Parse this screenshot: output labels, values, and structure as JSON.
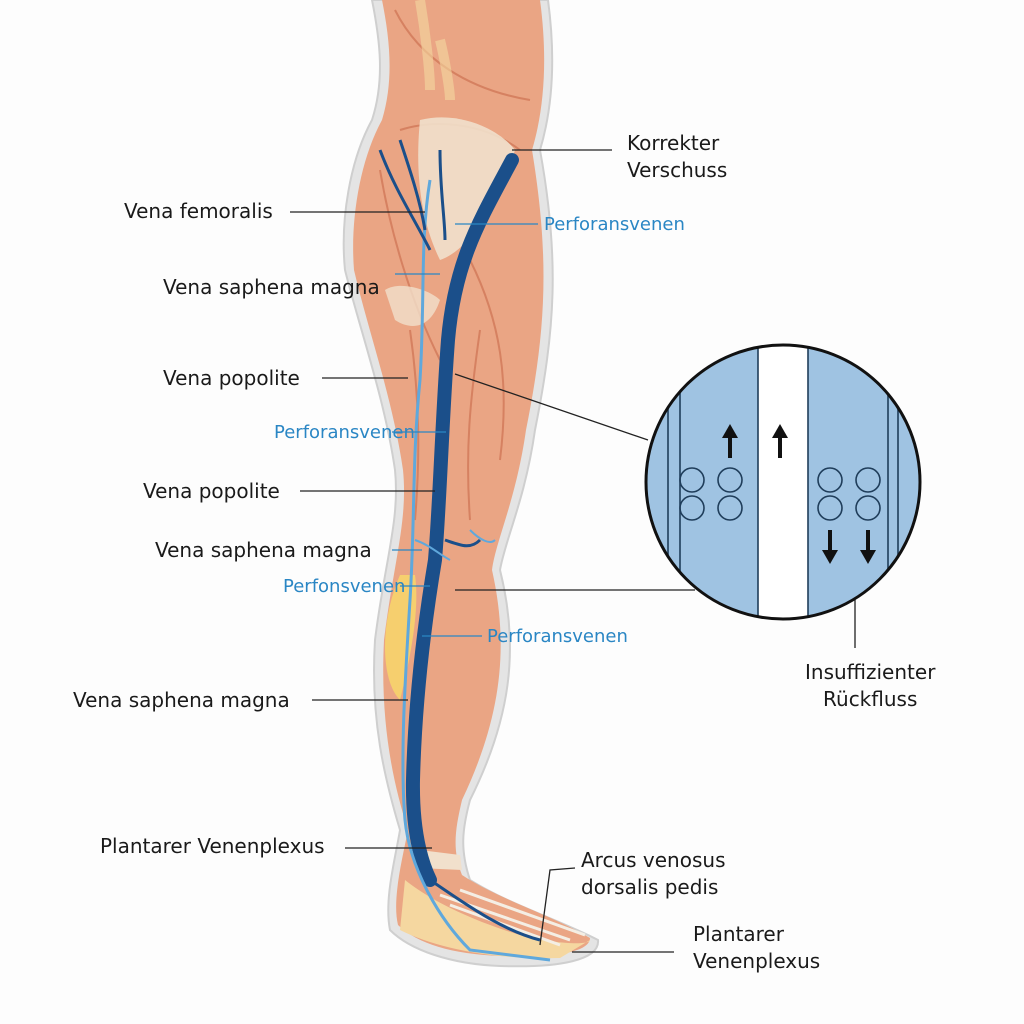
{
  "labels": {
    "korrekter": [
      "Korrekter",
      "Verschuss"
    ],
    "vena_femoralis": "Vena femoralis",
    "perforansvenen_1": "Perforansvenen",
    "vena_saphena_magna_1": "Vena saphena magna",
    "vena_popolite_1": "Vena popolite",
    "perforansvenen_2": "Perforansvenen",
    "vena_popolite_2": "Vena popolite",
    "vena_saphena_magna_2": "Vena saphena magna",
    "perfonsvenen": "Perfonsvenen",
    "perforansvenen_3": "Perforansvenen",
    "insuffizienter": [
      "Insuffizienter",
      "Rückfluss"
    ],
    "vena_saphena_magna_3": "Vena saphena magna",
    "plantarer_1": "Plantarer Venenplexus",
    "arcus": [
      "Arcus venosus",
      "dorsalis pedis"
    ],
    "plantarer_2": [
      "Plantarer",
      "Venenplexus"
    ]
  },
  "colors": {
    "muscle": "#e8a27e",
    "muscle_dark": "#c8694a",
    "vein_dark": "#1b4f8a",
    "vein_light": "#5fa8dc",
    "inset_bg": "#9fc3e2",
    "label_blue": "#2a86c4"
  }
}
